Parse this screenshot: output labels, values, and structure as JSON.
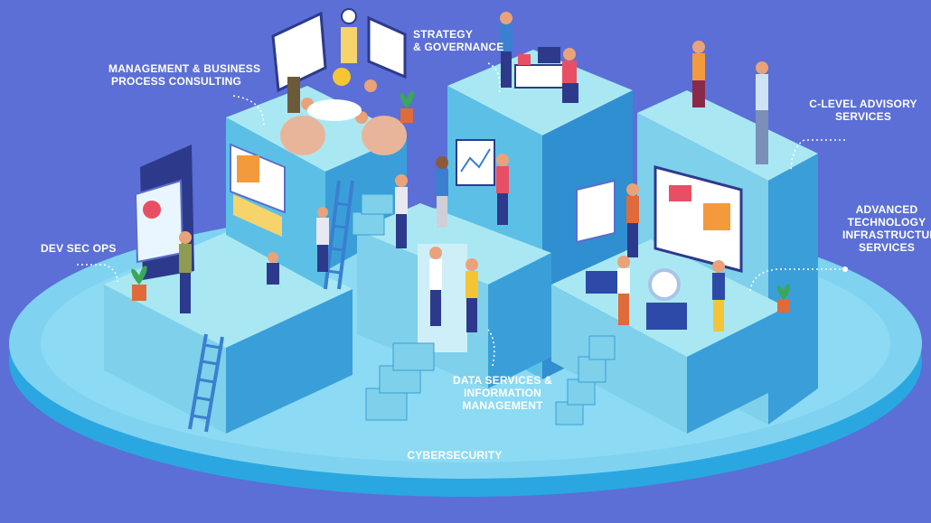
{
  "labels": {
    "strategy": [
      "STRATEGY",
      "& GOVERNANCE"
    ],
    "management": [
      "MANAGEMENT & BUSINESS",
      "PROCESS CONSULTING"
    ],
    "clevel": [
      "C-LEVEL ADVISORY",
      "SERVICES"
    ],
    "devsecops": "DEV SEC OPS",
    "advanced": [
      "ADVANCED",
      "TECHNOLOGY",
      "INFRASTRUCTURE",
      "SERVICES"
    ],
    "data_services": [
      "DATA SERVICES &",
      "INFORMATION",
      "MANAGEMENT"
    ],
    "cybersecurity": "CYBERSECURITY"
  },
  "colors": {
    "background": "#5b6fd6",
    "platform_top": "#7fd3f0",
    "platform_side": "#2aa7e0",
    "block_top": "#a9e8f3",
    "block_left": "#7fd0ea",
    "block_right": "#3a9fd8",
    "label_text": "#ffffff"
  }
}
